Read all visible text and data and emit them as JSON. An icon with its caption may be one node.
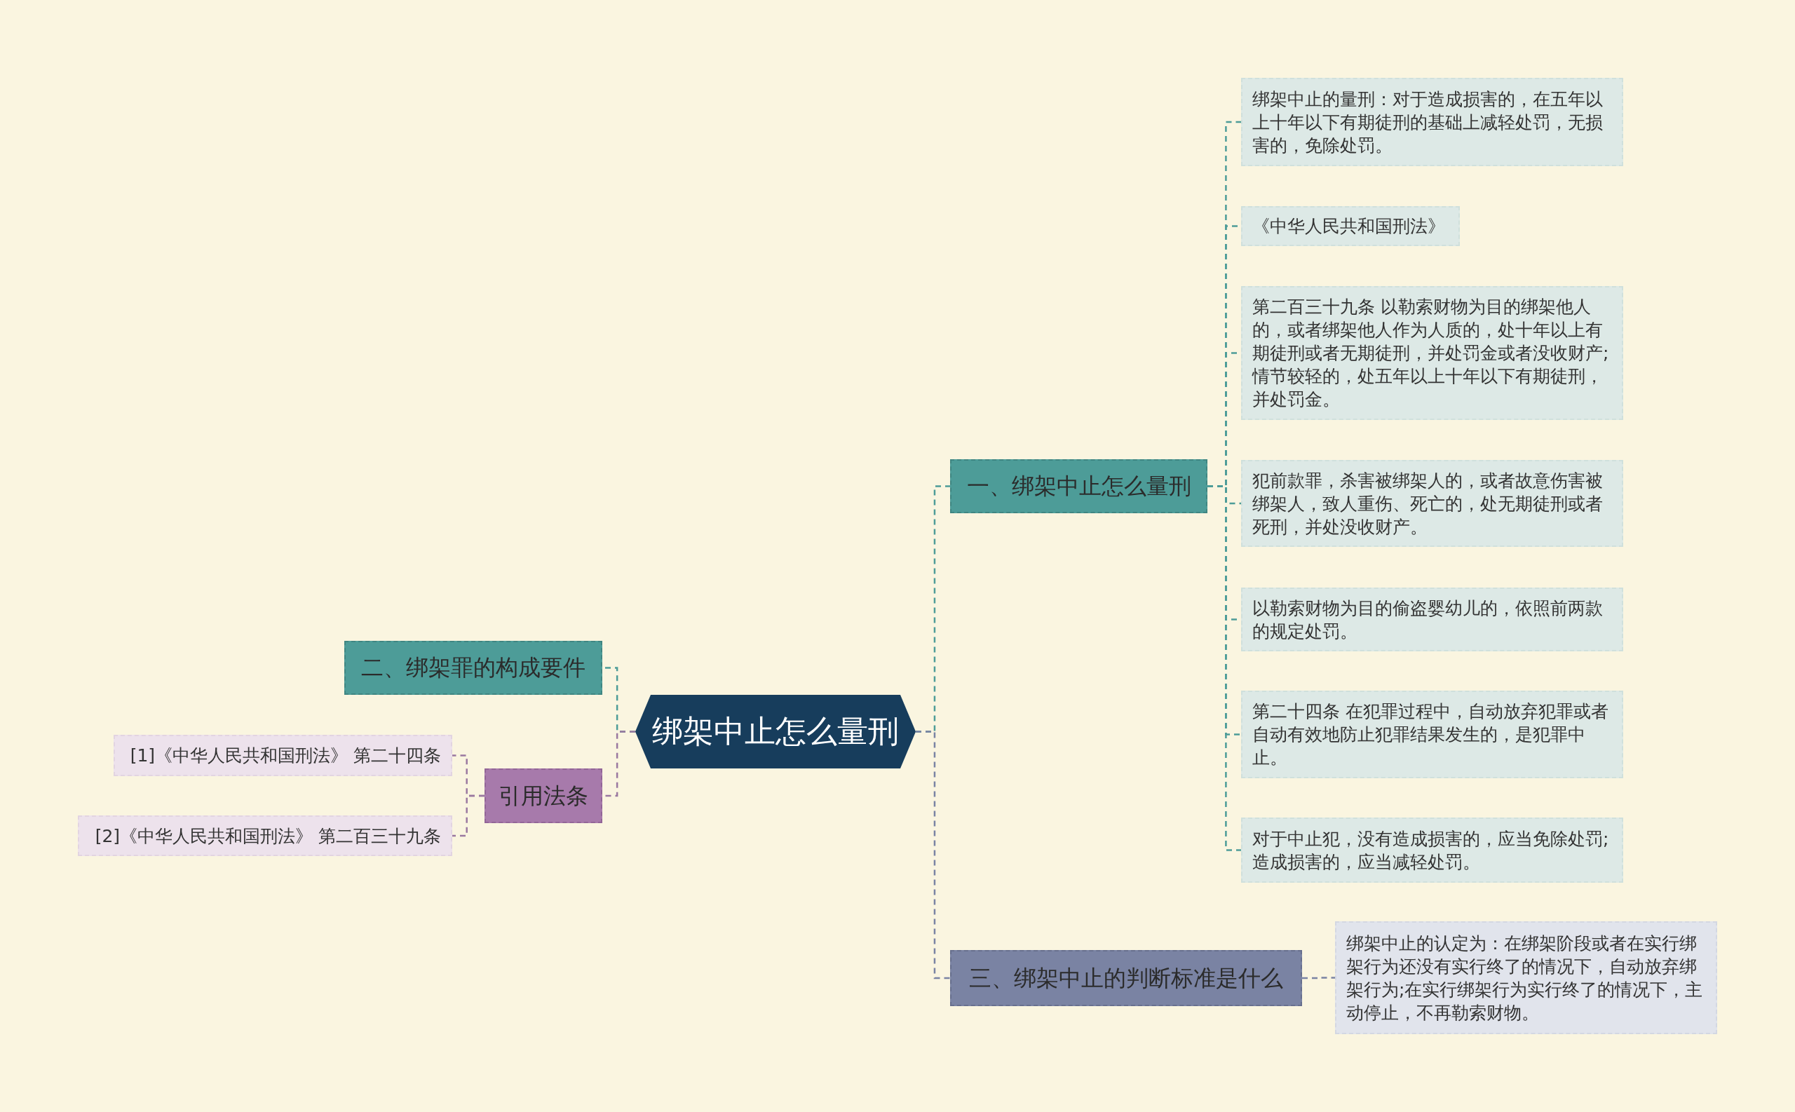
{
  "diagram": {
    "nodes": [
      {
        "text": [
          "绑架中止怎么量刑"
        ]
      },
      {
        "text": [
          "一、绑架中止怎么量刑"
        ]
      },
      {
        "text": [
          "绑架中止的量刑：对于造成损害的，在五年以上十年以下有期徒刑的基础上减轻处罚，无损害的，免除处罚。"
        ]
      },
      {
        "text": [
          "《中华人民共和国刑法》"
        ]
      },
      {
        "text": [
          "第二百三十九条  以勒索财物为目的绑架他人的，或者绑架他人作为人质的，处十年以上有期徒刑或者无期徒刑，并处罚金或者没收财产;情节较轻的，处五年以上十年以下有期徒刑，并处罚金。"
        ]
      },
      {
        "text": [
          "犯前款罪，杀害被绑架人的，或者故意伤害被绑架人，致人重伤、死亡的，处无期徒刑或者死刑，并处没收财产。"
        ]
      },
      {
        "text": [
          "以勒索财物为目的偷盗婴幼儿的，依照前两款的规定处罚。"
        ]
      },
      {
        "text": [
          "第二十四条  在犯罪过程中，自动放弃犯罪或者自动有效地防止犯罪结果发生的，是犯罪中止。"
        ]
      },
      {
        "text": [
          "对于中止犯，没有造成损害的，应当免除处罚;造成损害的，应当减轻处罚。"
        ]
      },
      {
        "text": [
          "三、绑架中止的判断标准是什么"
        ]
      },
      {
        "text": [
          "绑架中止的认定为：在绑架阶段或者在实行绑架行为还没有实行终了的情况下，自动放弃绑架行为;在实行绑架行为实行终了的情况下，主动停止，不再勒索财物。"
        ]
      },
      {
        "text": [
          "二、绑架罪的构成要件"
        ]
      },
      {
        "text": [
          "引用法条"
        ]
      },
      {
        "text": [
          "[1]《中华人民共和国刑法》 第二十四条"
        ]
      },
      {
        "text": [
          "[2]《中华人民共和国刑法》 第二百三十九条"
        ]
      }
    ],
    "edges": [
      {
        "from": 0,
        "to": 1,
        "arrow": "none",
        "color": "#4d9c98"
      },
      {
        "from": 1,
        "to": 2,
        "arrow": "none",
        "color": "#4d9c98"
      },
      {
        "from": 1,
        "to": 3,
        "arrow": "none",
        "color": "#4d9c98"
      },
      {
        "from": 1,
        "to": 4,
        "arrow": "none",
        "color": "#4d9c98"
      },
      {
        "from": 1,
        "to": 5,
        "arrow": "none",
        "color": "#4d9c98"
      },
      {
        "from": 1,
        "to": 6,
        "arrow": "none",
        "color": "#4d9c98"
      },
      {
        "from": 1,
        "to": 7,
        "arrow": "none",
        "color": "#4d9c98"
      },
      {
        "from": 1,
        "to": 8,
        "arrow": "none",
        "color": "#4d9c98"
      },
      {
        "from": 0,
        "to": 9,
        "arrow": "none",
        "color": "#7a83a3"
      },
      {
        "from": 9,
        "to": 10,
        "arrow": "none",
        "color": "#7a83a3"
      },
      {
        "from": 0,
        "to": 11,
        "arrow": "none",
        "color": "#4d9c98"
      },
      {
        "from": 0,
        "to": 12,
        "arrow": "none",
        "color": "#9a78a0"
      },
      {
        "from": 12,
        "to": 13,
        "arrow": "none",
        "color": "#9a78a0"
      },
      {
        "from": 12,
        "to": 14,
        "arrow": "none",
        "color": "#9a78a0"
      }
    ]
  }
}
